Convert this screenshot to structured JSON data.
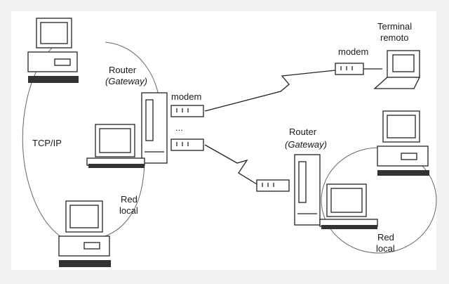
{
  "labels": {
    "router_left": "Router",
    "gateway_left": "(Gateway)",
    "modem_left": "modem",
    "dots": "...",
    "tcpip": "TCP/IP",
    "red_left": "Red",
    "local_left": "local",
    "modem_top": "modem",
    "terminal": "Terminal",
    "remoto": "remoto",
    "router_right": "Router",
    "gateway_right": "(Gateway)",
    "red_right": "Red",
    "local_right": "local"
  },
  "icons": [
    "desktop-computer-icon",
    "router-tower-icon",
    "modem-icon",
    "laptop-icon"
  ]
}
